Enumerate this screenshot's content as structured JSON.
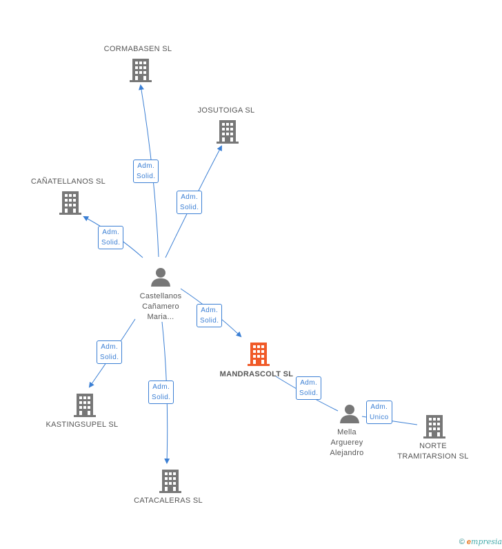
{
  "colors": {
    "edge": "#3b7fd4",
    "node_company": "#777777",
    "node_main": "#f05a28",
    "node_person": "#777777"
  },
  "nodes": {
    "cormabasen": {
      "label": "CORMABASEN SL",
      "type": "company"
    },
    "josutoiga": {
      "label": "JOSUTOIGA SL",
      "type": "company"
    },
    "canatellanos": {
      "label": "CAÑATELLANOS SL",
      "type": "company"
    },
    "castellanos": {
      "label_lines": [
        "Castellanos",
        "Cañamero",
        "Maria..."
      ],
      "type": "person"
    },
    "mandrascolt": {
      "label": "MANDRASCOLT SL",
      "type": "company-main"
    },
    "kastingsupel": {
      "label": "KASTINGSUPEL SL",
      "type": "company"
    },
    "catacaleras": {
      "label": "CATACALERAS SL",
      "type": "company"
    },
    "mella": {
      "label_lines": [
        "Mella",
        "Arguerey",
        "Alejandro"
      ],
      "type": "person"
    },
    "norte": {
      "label_lines": [
        "NORTE",
        "TRAMITARSION SL"
      ],
      "type": "company"
    }
  },
  "relations": {
    "r1": [
      "Adm.",
      "Solid."
    ],
    "r2": [
      "Adm.",
      "Solid."
    ],
    "r3": [
      "Adm.",
      "Solid."
    ],
    "r4": [
      "Adm.",
      "Solid."
    ],
    "r5": [
      "Adm.",
      "Solid."
    ],
    "r6": [
      "Adm.",
      "Solid."
    ],
    "r7": [
      "Adm.",
      "Solid."
    ],
    "r8": [
      "Adm.",
      "Unico"
    ]
  },
  "footer": {
    "copyright": "©",
    "brand_initial": "e",
    "brand_rest": "mpresia"
  }
}
